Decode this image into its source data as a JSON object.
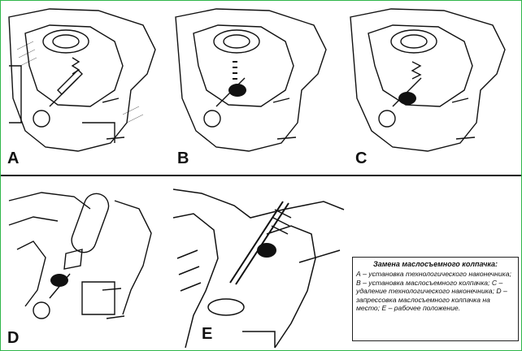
{
  "panels": [
    {
      "label": "A"
    },
    {
      "label": "B"
    },
    {
      "label": "C"
    },
    {
      "label": "D"
    },
    {
      "label": "E"
    }
  ],
  "caption": {
    "title": "Замена маслосъемного колпачка:",
    "body": "А – установка технологического наконечника; B – установка маслосъемного колпачка; C – удаление технологического наконечника; D – запрессовка маслосъемного колпачка на место; E – рабочее положение."
  },
  "colors": {
    "border": "#2fb64a",
    "ink": "#111111",
    "paper": "#ffffff"
  }
}
